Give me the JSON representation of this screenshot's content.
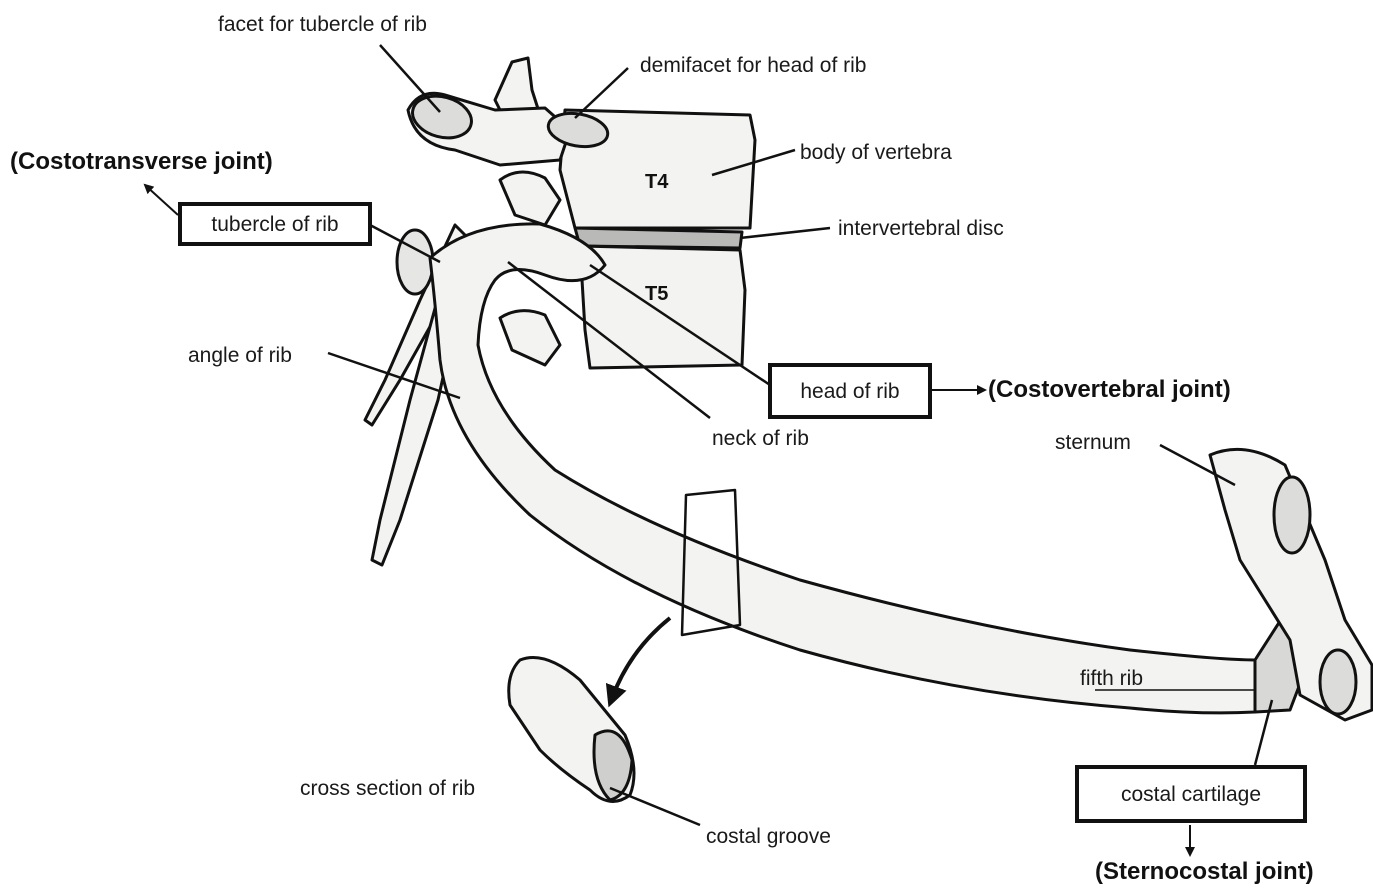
{
  "diagram": {
    "vertebra_labels": {
      "upper": "T4",
      "lower": "T5"
    },
    "labels": {
      "facet_tubercle": "facet for tubercle of rib",
      "demifacet_head": "demifacet for head of rib",
      "body_vertebra": "body of vertebra",
      "intervertebral_disc": "intervertebral disc",
      "tubercle_of_rib": "tubercle of rib",
      "angle_of_rib": "angle of rib",
      "head_of_rib": "head of rib",
      "neck_of_rib": "neck of rib",
      "sternum": "sternum",
      "fifth_rib": "fifth rib",
      "cross_section": "cross section of rib",
      "costal_groove": "costal groove",
      "costal_cartilage": "costal cartilage"
    },
    "joints": {
      "costotransverse": "(Costotransverse joint)",
      "costovertebral": "(Costovertebral joint)",
      "sternocostal": "(Sternocostal joint)"
    }
  },
  "colors": {
    "ink": "#111111",
    "bone_fill": "#f3f3f1",
    "cartilage_fill": "#d8d8d6",
    "disc_fill": "#b9b9b7"
  }
}
